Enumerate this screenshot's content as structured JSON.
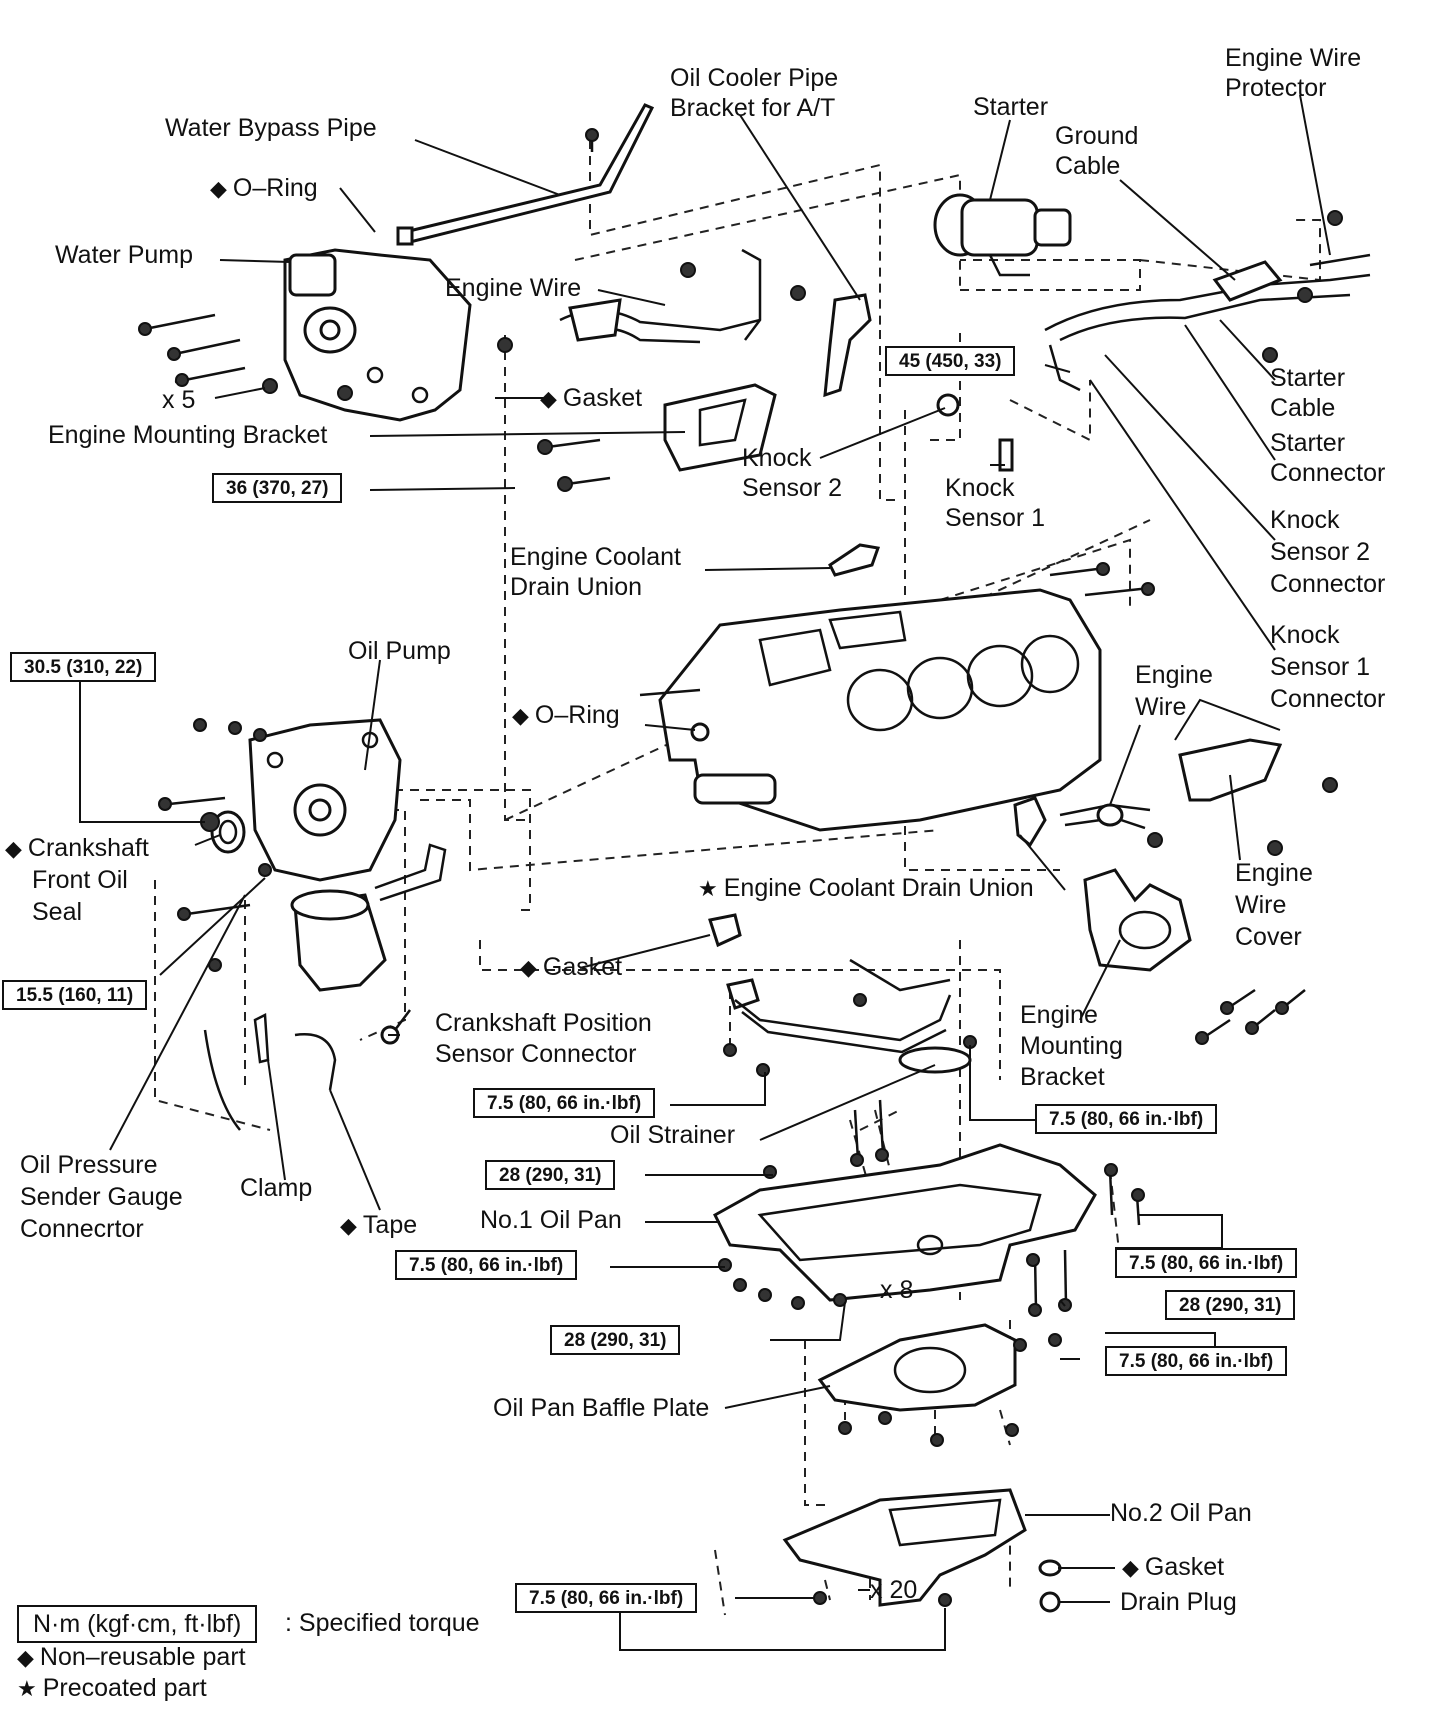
{
  "labels": {
    "water_bypass_pipe": "Water Bypass Pipe",
    "oil_cooler_pipe_bracket_l1": "Oil Cooler Pipe",
    "oil_cooler_pipe_bracket_l2": "Bracket for A/T",
    "starter": "Starter",
    "engine_wire_protector_l1": "Engine Wire",
    "engine_wire_protector_l2": "Protector",
    "ground_cable_l1": "Ground",
    "ground_cable_l2": "Cable",
    "o_ring_top": "O–Ring",
    "water_pump": "Water Pump",
    "engine_wire_top": "Engine Wire",
    "x5": "x 5",
    "gasket_top": "Gasket",
    "engine_mounting_bracket_left": "Engine Mounting Bracket",
    "knock_sensor_2_l1": "Knock",
    "knock_sensor_2_l2": "Sensor 2",
    "knock_sensor_1_l1": "Knock",
    "knock_sensor_1_l2": "Sensor 1",
    "starter_cable_l1": "Starter",
    "starter_cable_l2": "Cable",
    "starter_connector_l1": "Starter",
    "starter_connector_l2": "Connector",
    "knock_sensor_2_connector_l1": "Knock",
    "knock_sensor_2_connector_l2": "Sensor 2",
    "knock_sensor_2_connector_l3": "Connector",
    "knock_sensor_1_connector_l1": "Knock",
    "knock_sensor_1_connector_l2": "Sensor 1",
    "knock_sensor_1_connector_l3": "Connector",
    "engine_coolant_drain_union_top_l1": "Engine Coolant",
    "engine_coolant_drain_union_top_l2": "Drain Union",
    "oil_pump": "Oil Pump",
    "o_ring_mid": "O–Ring",
    "engine_wire_right_l1": "Engine",
    "engine_wire_right_l2": "Wire",
    "crankshaft_front_oil_seal_l1": "Crankshaft",
    "crankshaft_front_oil_seal_l2": "Front Oil",
    "crankshaft_front_oil_seal_l3": "Seal",
    "engine_coolant_drain_union_mid": "Engine Coolant Drain Union",
    "engine_wire_cover_l1": "Engine",
    "engine_wire_cover_l2": "Wire",
    "engine_wire_cover_l3": "Cover",
    "gasket_mid": "Gasket",
    "crankshaft_position_sensor_l1": "Crankshaft Position",
    "crankshaft_position_sensor_l2": "Sensor Connector",
    "engine_mounting_bracket_right_l1": "Engine",
    "engine_mounting_bracket_right_l2": "Mounting",
    "engine_mounting_bracket_right_l3": "Bracket",
    "oil_strainer": "Oil Strainer",
    "oil_pressure_sender_l1": "Oil Pressure",
    "oil_pressure_sender_l2": "Sender Gauge",
    "oil_pressure_sender_l3": "Connecrtor",
    "clamp": "Clamp",
    "tape": "Tape",
    "no1_oil_pan": "No.1 Oil Pan",
    "x8": "x 8",
    "oil_pan_baffle_plate": "Oil Pan Baffle Plate",
    "no2_oil_pan": "No.2 Oil Pan",
    "gasket_bottom": "Gasket",
    "drain_plug": "Drain Plug",
    "x20": "x 20"
  },
  "torques": {
    "t_45": "45 (450, 33)",
    "t_36": "36 (370, 27)",
    "t_30_5": "30.5 (310, 22)",
    "t_15_5": "15.5 (160, 11)",
    "t_7_5_strainer_left": "7.5 (80, 66 in.·lbf)",
    "t_7_5_strainer_right": "7.5 (80, 66 in.·lbf)",
    "t_28_pan_left": "28 (290, 31)",
    "t_7_5_pan_left": "7.5 (80, 66 in.·lbf)",
    "t_7_5_pan_right": "7.5 (80, 66 in.·lbf)",
    "t_28_pan_right": "28 (290, 31)",
    "t_28_pan_bottom": "28 (290, 31)",
    "t_7_5_baffle": "7.5 (80, 66 in.·lbf)",
    "t_7_5_no2": "7.5 (80, 66 in.·lbf)"
  },
  "legend": {
    "torque_units": "N·m (kgf·cm, ft·lbf)",
    "torque_desc": ": Specified torque",
    "non_reusable": "Non–reusable part",
    "precoated": "Precoated part"
  },
  "symbols": {
    "diamond": "◆",
    "star": "★"
  },
  "icons": [
    "diamond-icon",
    "star-icon",
    "bolt-icon"
  ]
}
